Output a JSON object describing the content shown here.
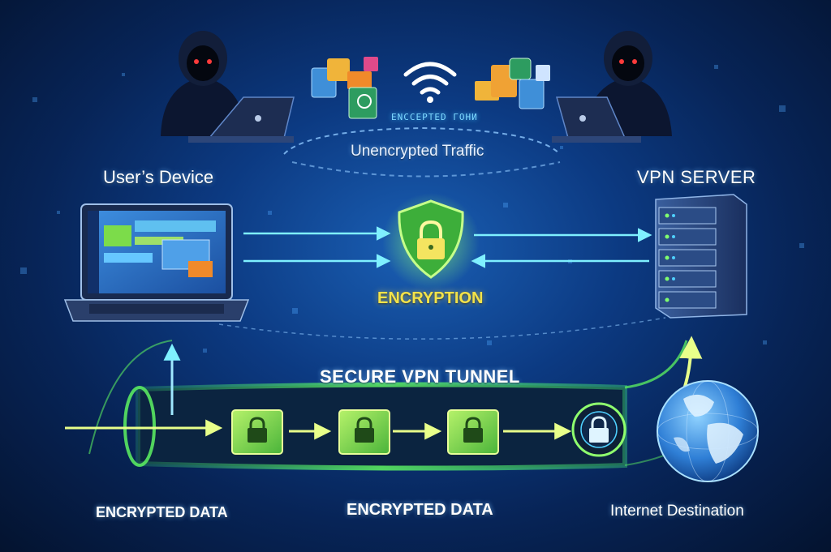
{
  "labels": {
    "users_device": "User’s Device",
    "vpn_server": "VPN SERVER",
    "unencrypted_traffic": "Unencrypted Traffic",
    "encryption": "ENCRYPTION",
    "secure_vpn_tunnel": "SECURE VPN TUNNEL",
    "encrypted_data_left": "ENCRYPTED DATA",
    "encrypted_data_mid": "ENCRYPTED DATA",
    "internet_destination": "Internet Destination",
    "data_stream_text": "ENCCEPTED ГОНИ"
  },
  "icons": [
    "hacker-left-icon",
    "hacker-right-icon",
    "laptop-icon",
    "server-icon",
    "shield-lock-icon",
    "wifi-icon",
    "globe-icon",
    "encrypted-box-icon",
    "padlock-icon"
  ],
  "colors": {
    "background": "#0c3a82",
    "accent_green": "#6ee05a",
    "accent_cyan": "#4fd0ff",
    "encryption_text": "#f2e24a"
  }
}
